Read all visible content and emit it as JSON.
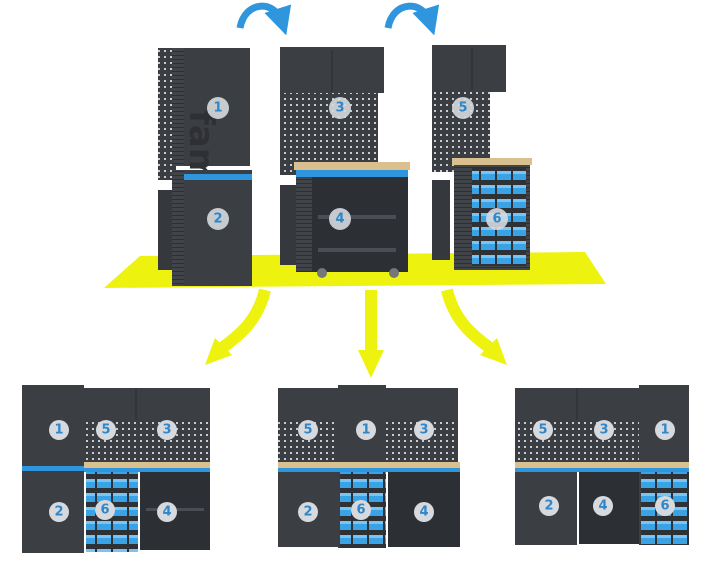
{
  "colors": {
    "accent_blue": "#2f95dd",
    "floor_yellow": "#eef20f",
    "cabinet_dark": "#3b3e43",
    "worktop_wood": "#d9c08e"
  },
  "modules": {
    "m1": "1",
    "m2": "2",
    "m3": "3",
    "m4": "4",
    "m5": "5",
    "m6": "6"
  },
  "configurations": [
    {
      "order": [
        "1",
        "5",
        "3",
        "2",
        "6",
        "4"
      ]
    },
    {
      "order": [
        "5",
        "1",
        "3",
        "2",
        "6",
        "4"
      ]
    },
    {
      "order": [
        "5",
        "3",
        "1",
        "2",
        "4",
        "6"
      ]
    }
  ],
  "icons": [
    "curved-arrow-icon",
    "down-arrow-icon"
  ]
}
